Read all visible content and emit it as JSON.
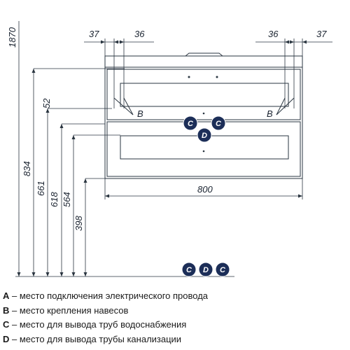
{
  "dimensions": {
    "total_height": "1870",
    "top_left_outer": "37",
    "top_left_inner": "36",
    "top_right_inner": "36",
    "top_right_outer": "37",
    "hanger_offset": "52",
    "h834": "834",
    "h661": "661",
    "h618": "618",
    "h564": "564",
    "h398": "398",
    "width": "800"
  },
  "markers": {
    "b_left": "B",
    "b_right": "B",
    "c": "C",
    "d": "D"
  },
  "floor_markers": [
    "C",
    "D",
    "C"
  ],
  "legend": [
    {
      "letter": "A",
      "text": " – место подключения электрического провода"
    },
    {
      "letter": "B",
      "text": " – место крепления навесов"
    },
    {
      "letter": "C",
      "text": " – место для вывода труб водоснабжения"
    },
    {
      "letter": "D",
      "text": " – место для вывода трубы канализации"
    }
  ],
  "colors": {
    "line": "#2a3540",
    "marker_fill": "#1c2e58"
  }
}
